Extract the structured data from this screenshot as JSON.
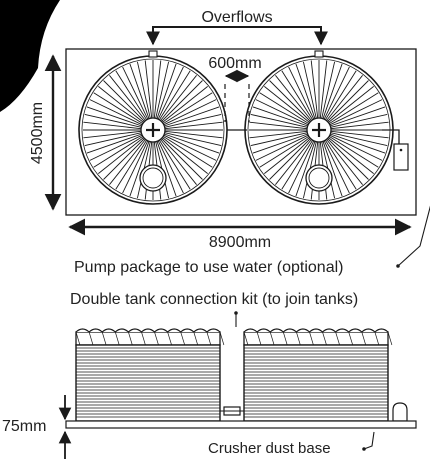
{
  "labels": {
    "overflows": "Overflows",
    "gap": "600mm",
    "depth": "4500mm",
    "width": "8900mm",
    "pump": "Pump package to use water (optional)",
    "connection_kit": "Double tank connection kit (to join tanks)",
    "base_height": "75mm",
    "base": "Crusher dust base"
  },
  "colors": {
    "line": "#1a1a1a",
    "background": "#ffffff",
    "corner_mark": "#000000"
  }
}
